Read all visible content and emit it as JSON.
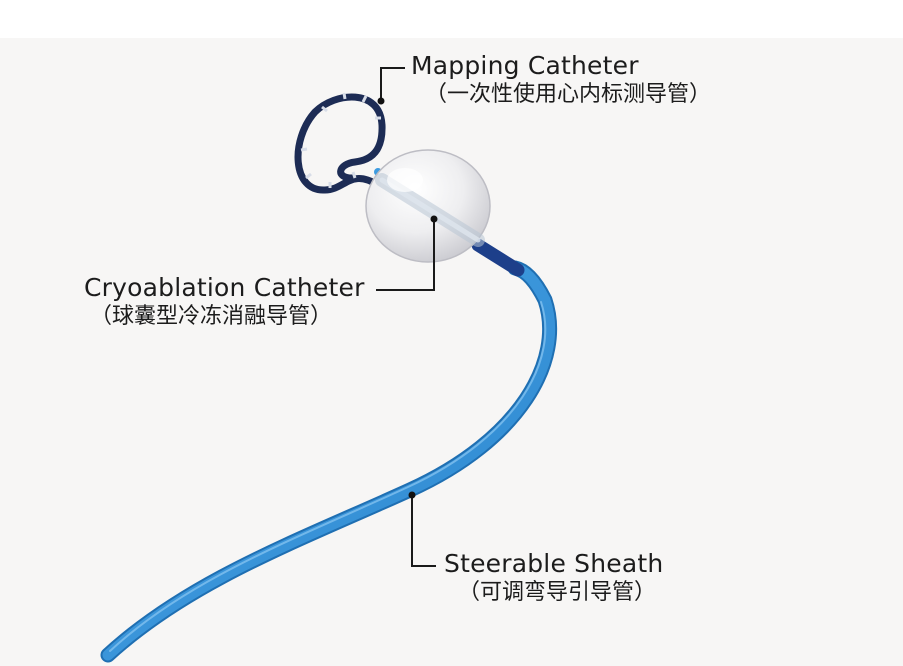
{
  "colors": {
    "background": "#f7f6f5",
    "sheath_blue": "#2f8fd6",
    "mapping_navy": "#1d2c55",
    "leader_line": "#1a1a1a",
    "balloon": "#e9e9ec"
  },
  "labels": {
    "mapping_catheter": {
      "en": "Mapping Catheter",
      "zh": "（一次性使用心内标测导管）"
    },
    "cryoablation_catheter": {
      "en": "Cryoablation Catheter",
      "zh": "（球囊型冷冻消融导管）"
    },
    "steerable_sheath": {
      "en": "Steerable Sheath",
      "zh": "（可调弯导引导管）"
    }
  }
}
